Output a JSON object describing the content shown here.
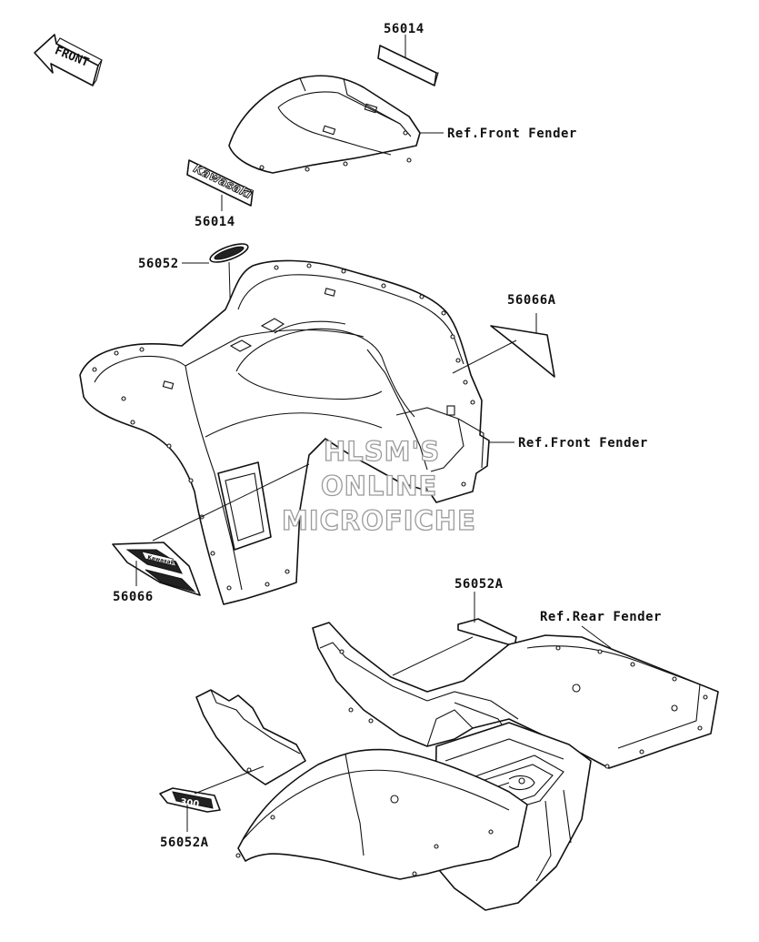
{
  "front_arrow": {
    "label": "FRONT"
  },
  "part_numbers": {
    "top_decal": "56014",
    "kawasaki_decal": "56014",
    "oval_emblem": "56052",
    "side_decal_right": "56066A",
    "side_stripe_left": "56066",
    "rear_decal": "56052A",
    "model_badge": "56052A"
  },
  "references": {
    "front_fender_top": "Ref.Front Fender",
    "front_fender_mid": "Ref.Front Fender",
    "rear_fender": "Ref.Rear Fender"
  },
  "decal_text": {
    "brand": "Kawasaki",
    "model": "300"
  },
  "watermark": [
    "HLSM'S",
    "ONLINE",
    "MICROFICHE"
  ]
}
